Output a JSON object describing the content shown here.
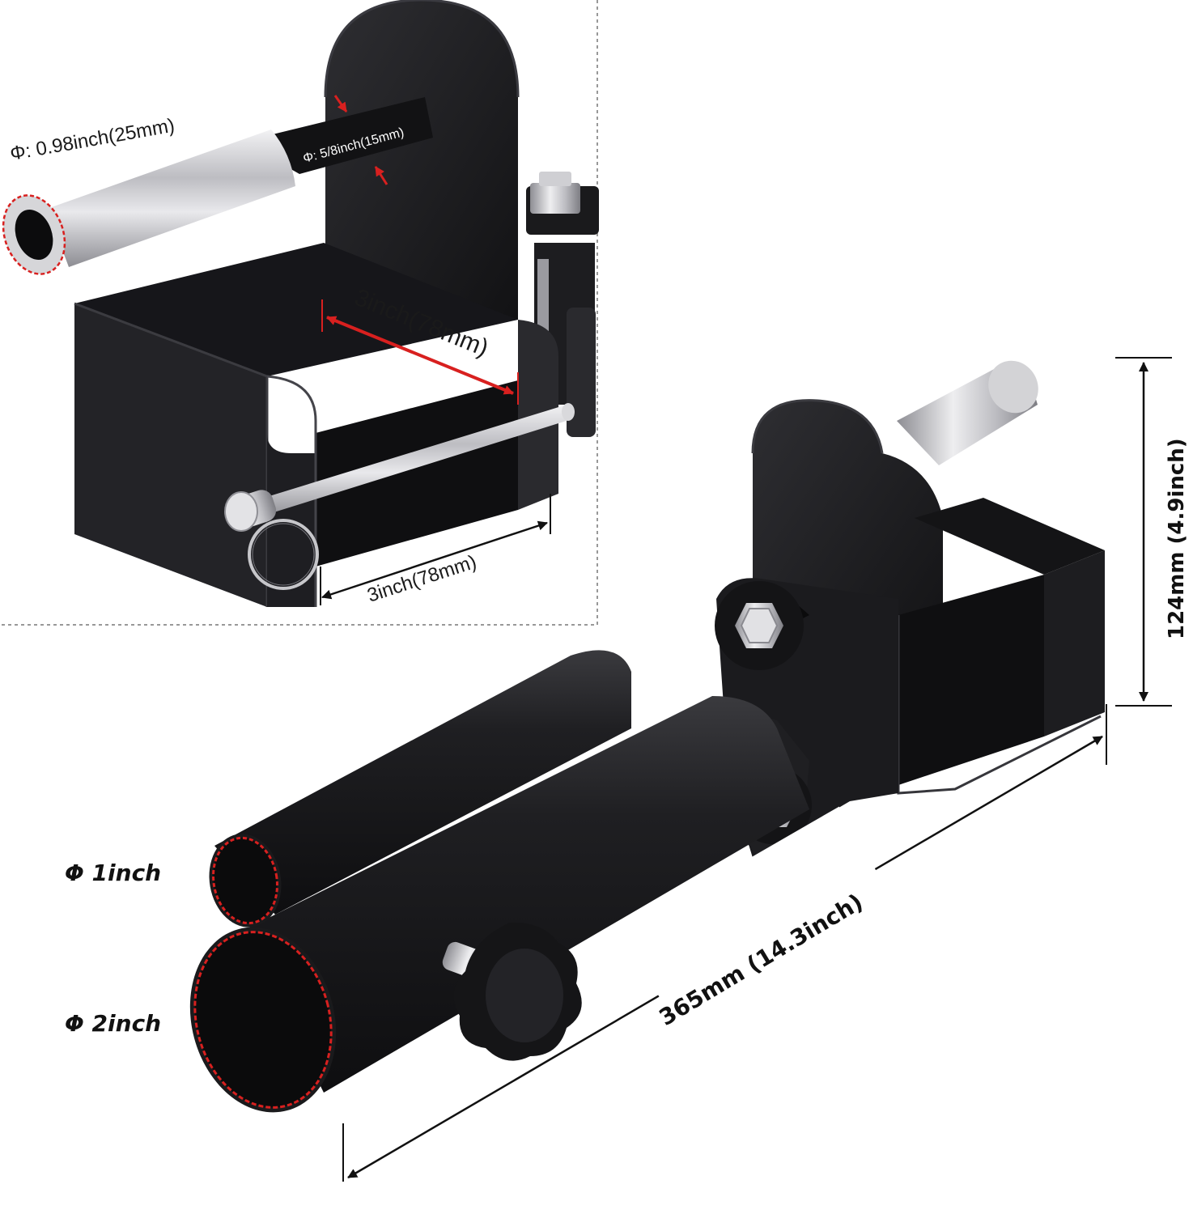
{
  "inset": {
    "labels": {
      "outer_diameter": "Φ: 0.98inch(25mm)",
      "pin_diameter": "Φ: 5/8inch(15mm)",
      "inner_width": "3inch(78mm)",
      "bottom_width": "3inch(78mm)"
    }
  },
  "main": {
    "labels": {
      "small_tube": "Φ 1inch",
      "large_tube": "Φ 2inch",
      "height": "124mm (4.9inch)",
      "length": "365mm (14.3inch)"
    }
  },
  "colors": {
    "metal_black": "#1c1c1e",
    "chrome": "#c9c9cc",
    "dimension_red": "#d8201f",
    "dimension_black": "#111111"
  }
}
